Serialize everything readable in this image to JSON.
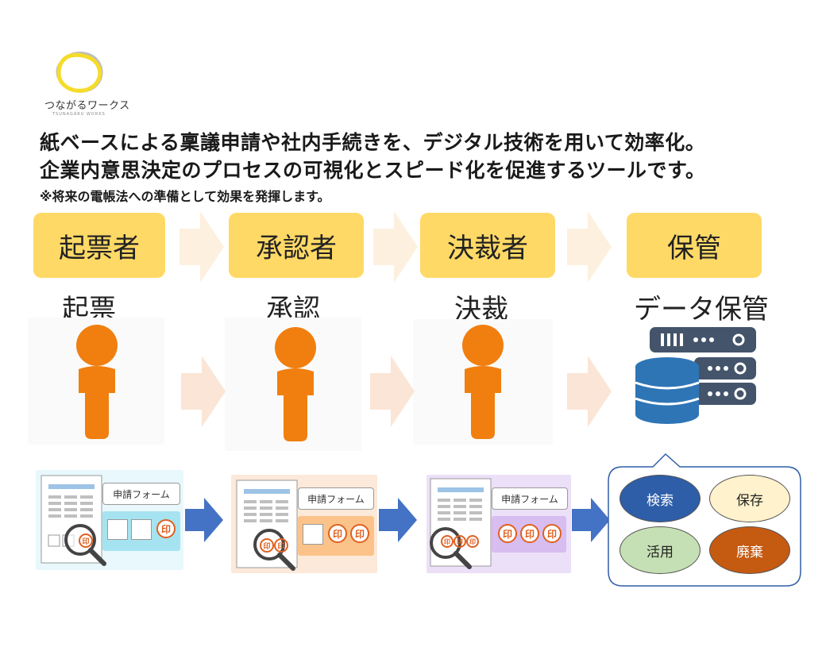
{
  "logo": {
    "name": "つながるワークス",
    "tagline": "TSUNAGARU WORKS"
  },
  "headline": {
    "line1": "紙ベースによる稟議申請や社内手続きを、デジタル技術を用いて効率化。",
    "line2": "企業内意思決定のプロセスの可視化とスピード化を促進するツールです。",
    "note": "※将来の電帳法への準備として効果を発揮します。"
  },
  "roles": [
    "起票者",
    "承認者",
    "決裁者",
    "保管"
  ],
  "actions": [
    "起票",
    "承認",
    "決裁",
    "データ保管"
  ],
  "form": {
    "title": "申請フォーム",
    "stamp": "印"
  },
  "storage": {
    "search": "検索",
    "save": "保存",
    "use": "活用",
    "dispose": "廃棄"
  },
  "colors": {
    "role_box": "#ffd966",
    "person": "#f07f0f",
    "server": "#2e75b6",
    "arrow_blue": "#4472c4",
    "arrow_faint": "#fdebd9"
  }
}
